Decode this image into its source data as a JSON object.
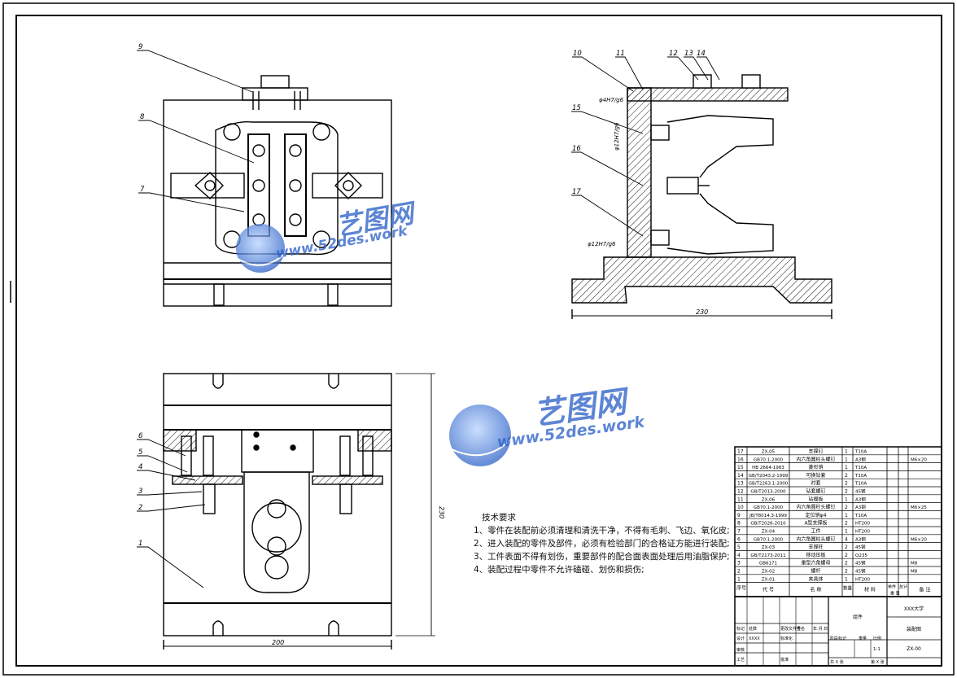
{
  "callouts": {
    "top_left": [
      "9",
      "8",
      "7"
    ],
    "top_right": [
      "10",
      "11",
      "12",
      "13",
      "14",
      "15",
      "16",
      "17"
    ],
    "bottom_left": [
      "6",
      "5",
      "4",
      "3",
      "2",
      "1"
    ]
  },
  "dimensions": {
    "side_view_width": "230",
    "bottom_view_width": "200",
    "bottom_view_height": "230",
    "fit_1": "φ4H7/g6",
    "fit_2": "φ12H7/g6",
    "fit_3": "φ12H7/g6"
  },
  "tech_requirements": {
    "title": "技术要求",
    "items": [
      "1、零件在装配前必须清理和清洗干净，不得有毛刺、飞边、氧化皮;",
      "2、进入装配的零件及部件，必须有检验部门的合格证方能进行装配;",
      "3、工件表面不得有划伤，重要部件的配合面表面处理后用油脂保护;",
      "4、装配过程中零件不允许磕碰、划伤和损伤;"
    ]
  },
  "bom": {
    "rows": [
      [
        "17",
        "ZX-05",
        "支撑钉",
        "1",
        "T10A",
        "",
        ""
      ],
      [
        "16",
        "GB70.1-2000",
        "内六角圆柱头螺钉",
        "1",
        "A3钢",
        "",
        "M6×20"
      ],
      [
        "15",
        "HB 2664-1983",
        "菱形销",
        "1",
        "T10A",
        "",
        ""
      ],
      [
        "14",
        "GB/T2043.2-1999",
        "可换钻套",
        "2",
        "T10A",
        "",
        ""
      ],
      [
        "13",
        "GB/T2263.1-2000",
        "衬套",
        "2",
        "T10A",
        "",
        ""
      ],
      [
        "12",
        "GB/T2013-2000",
        "钻套螺钉",
        "2",
        "45钢",
        "",
        ""
      ],
      [
        "11",
        "ZX-06",
        "钻模板",
        "1",
        "A3钢",
        "",
        ""
      ],
      [
        "10",
        "GB70.1-2000",
        "内六角圆柱头螺钉",
        "2",
        "A3钢",
        "",
        "M6×25"
      ],
      [
        "9",
        "JB/T8014.3-1999",
        "定位销φ4",
        "1",
        "T10A",
        "",
        ""
      ],
      [
        "8",
        "GB/T2026-2010",
        "A型支撑板",
        "2",
        "HT200",
        "",
        ""
      ],
      [
        "7",
        "ZX-04",
        "工件",
        "1",
        "HT200",
        "",
        ""
      ],
      [
        "6",
        "GB70.1-2000",
        "内六角圆柱头螺钉",
        "4",
        "A3钢",
        "",
        "M6×20"
      ],
      [
        "5",
        "ZX-03",
        "支撑柱",
        "2",
        "45钢",
        "",
        ""
      ],
      [
        "4",
        "GB/T2173-2011",
        "移动压板",
        "2",
        "Q235",
        "",
        ""
      ],
      [
        "3",
        "GB6171",
        "重型六角螺母",
        "2",
        "45钢",
        "",
        "M8"
      ],
      [
        "2",
        "ZX-02",
        "螺杆",
        "2",
        "45钢",
        "",
        "M8"
      ],
      [
        "1",
        "ZX-01",
        "夹具体",
        "1",
        "HT200",
        "",
        ""
      ]
    ],
    "header": {
      "num": "序号",
      "code": "代 号",
      "name": "名 称",
      "qty": "数量",
      "material": "材 料",
      "single": "单件",
      "total": "总计",
      "weight": "重 量",
      "remark": "备 注"
    }
  },
  "title_block": {
    "group_label": "组件",
    "school": "XXX大学",
    "drawing_name": "装配图",
    "drawing_no": "ZX-00",
    "mark_label": "标记",
    "count_label": "处数",
    "file_label": "更改文件号",
    "sign_label": "签名",
    "date_label": "年.月.日",
    "design_label": "设计",
    "design_value": "XXXX",
    "standard_label": "标准化",
    "stage_label": "阶段标记",
    "weight_label": "重量",
    "scale_label": "比例",
    "scale_value": "1:1",
    "check_label": "审核",
    "process_label": "工艺",
    "approve_label": "批准",
    "sheets_label": "共 X 张",
    "sheet_label": "第 X 张"
  },
  "watermark": {
    "brand_cn": "艺图网",
    "brand_url": "www.52des.work"
  },
  "colors": {
    "line": "#000000",
    "watermark": "#2f63c9"
  }
}
